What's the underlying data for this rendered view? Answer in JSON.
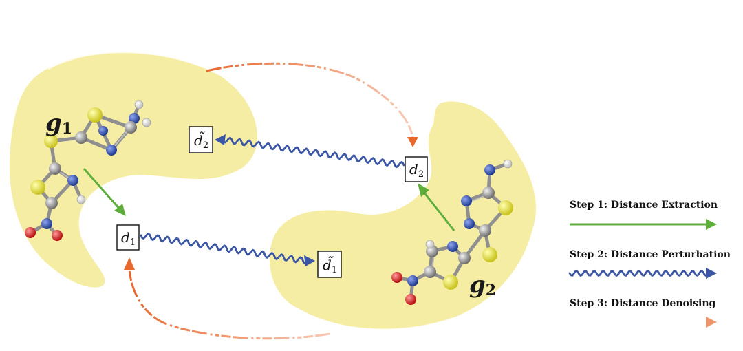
{
  "graphs": {
    "g1": {
      "letter": "g",
      "subscript": "1"
    },
    "g2": {
      "letter": "g",
      "subscript": "2"
    }
  },
  "nodes": {
    "d1": {
      "letter": "d",
      "subscript": "1"
    },
    "d2": {
      "letter": "d",
      "subscript": "2"
    },
    "d1_tilde": {
      "letter": "d̃",
      "subscript": "1"
    },
    "d2_tilde": {
      "letter": "d̃",
      "subscript": "2"
    }
  },
  "legend": [
    {
      "label": "Step 1: Distance Extraction",
      "style": "straight",
      "color": "#5fae3c"
    },
    {
      "label": "Step 2: Distance Perturbation",
      "style": "wavy",
      "color": "#3a56a5"
    },
    {
      "label": "Step 3: Distance Denoising",
      "style": "dashed-fade",
      "color": "#e8682e"
    }
  ],
  "colors": {
    "blob": "#f6eda4",
    "carbon": "#9a9a9a",
    "nitrogen": "#2f4fa8",
    "sulfur": "#e8e23a",
    "oxygen": "#e01b1b",
    "hydrogen": "#ffffff",
    "step1": "#5fae3c",
    "step2": "#3a56a5",
    "step3": "#e8682e"
  }
}
